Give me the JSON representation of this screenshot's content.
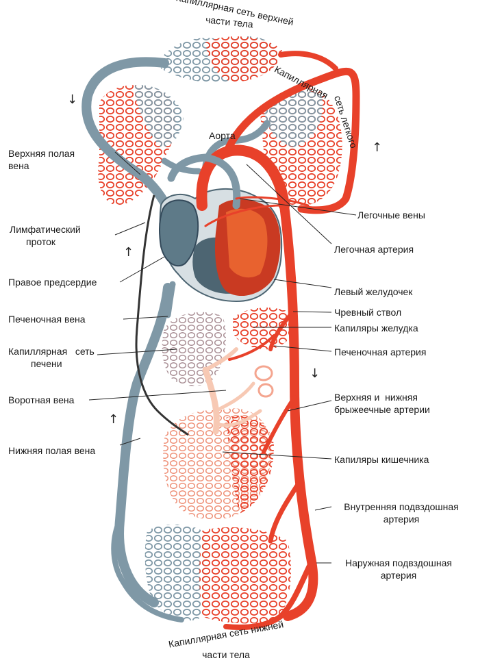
{
  "colors": {
    "artery": "#e8412a",
    "artery_light": "#f28a72",
    "vein": "#7f98a6",
    "vein_dark": "#4d6572",
    "lymph": "#333333",
    "portal": "#f7c9b4"
  },
  "labels": {
    "upper_capillary": [
      "Капиллярная сеть верхней",
      "части тела"
    ],
    "lung_capillary": [
      "Капиллярная",
      "сеть легкого"
    ],
    "aorta": "Аорта",
    "svc": [
      "Верхняя полая",
      "вена"
    ],
    "lymph_duct": [
      "Лимфатический",
      "проток"
    ],
    "right_atrium": "Правое предсердие",
    "hepatic_vein": "Печеночная вена",
    "liver_capillary": [
      "Капиллярная   сеть",
      "печени"
    ],
    "portal_vein": "Воротная вена",
    "ivc": "Нижняя полая вена",
    "pulmonary_veins": "Легочные вены",
    "pulmonary_artery": "Легочная артерия",
    "left_ventricle": "Левый желудочек",
    "celiac_trunk": "Чревный ствол",
    "stomach_capillaries": "Капиляры желудка",
    "hepatic_artery": "Печеночная артерия",
    "mesenteric_arteries": [
      "Верхняя и  нижняя",
      "брыжеечные артерии"
    ],
    "intestine_capillaries": "Капиляры кишечника",
    "internal_iliac": [
      "Внутренняя подвздошная",
      "артерия"
    ],
    "external_iliac": [
      "Наружная подвздошная",
      "артерия"
    ],
    "lower_capillary": [
      "Капиллярная сеть нижней",
      "части тела"
    ]
  },
  "arrows": {
    "down": "↓",
    "up": "↑"
  }
}
